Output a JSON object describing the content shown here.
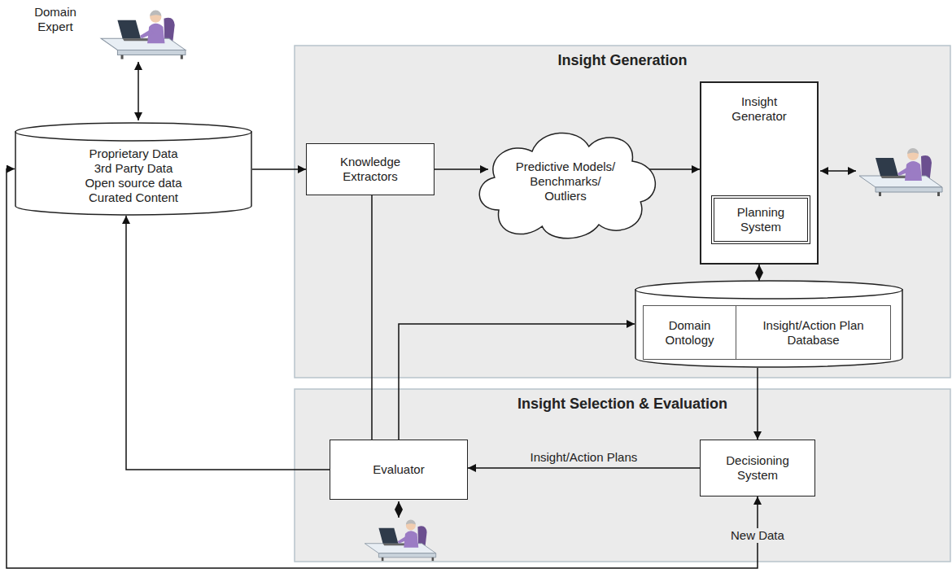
{
  "diagram": {
    "nodes": [
      {
        "text": [
          "Proprietary Data 3rd Party Data Open source data Curated Content"
        ]
      },
      {
        "text": [
          "Insight Generation"
        ]
      },
      {
        "text": [
          "Knowledge Extractors"
        ],
        "in": 1
      },
      {
        "text": [
          "Predictive Models/ Benchmarks/ Outliers"
        ],
        "in": 1
      },
      {
        "text": [
          "Insight Generator"
        ],
        "in": 1
      },
      {
        "text": [
          "Planning System"
        ],
        "in": 4
      },
      {
        "text": [
          "Domain Ontology",
          "Insight/Action Plan Database"
        ],
        "in": 1
      },
      {
        "text": [
          "Insight Selection & Evaluation"
        ]
      },
      {
        "text": [
          "Evaluator"
        ],
        "in": 7
      },
      {
        "text": [
          "Decisioning System"
        ],
        "in": 7
      }
    ],
    "edges": [
      {
        "from": 0,
        "to": 2,
        "arrow": "to"
      },
      {
        "from": 2,
        "to": 3,
        "arrow": "to"
      },
      {
        "from": 3,
        "to": 4,
        "arrow": "to"
      },
      {
        "from": 4,
        "to": 6,
        "arrow": "both"
      },
      {
        "from": 6,
        "to": 9,
        "arrow": "to"
      },
      {
        "from": 9,
        "to": 8,
        "label": "Insight/Action Plans",
        "arrow": "to"
      },
      {
        "from": 8,
        "to": 2,
        "arrow": "none"
      },
      {
        "from": 8,
        "to": 6,
        "arrow": "to"
      },
      {
        "from": 8,
        "to": 0,
        "arrow": "to"
      },
      {
        "from": 9,
        "to": 0,
        "label": "New Data",
        "arrow": "both"
      }
    ],
    "labels": [
      "Domain Expert"
    ]
  }
}
